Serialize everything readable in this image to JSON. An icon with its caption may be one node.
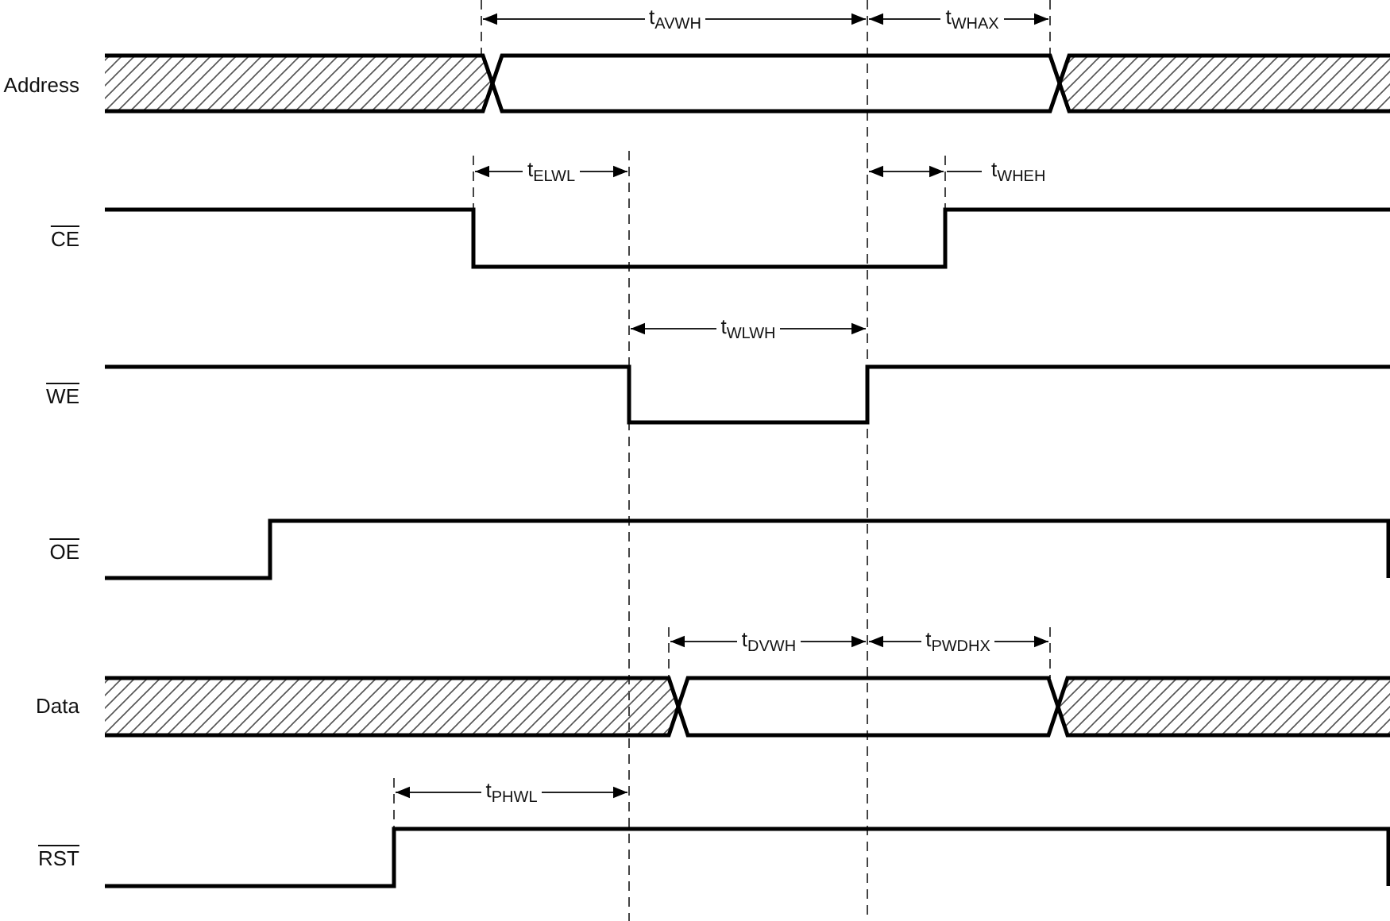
{
  "diagram": {
    "labels": [
      "t$_{AVWH}$",
      "t$_{WHAX}$",
      "Address",
      "t$_{ELWL}$",
      "t$_{WHEH}$",
      "CE",
      "t$_{WLWH}$",
      "WE",
      "OE",
      "t$_{DVWH}$",
      "t$_{PWDHX}$",
      "Data",
      "t$_{PHWL}$",
      "RST"
    ]
  }
}
